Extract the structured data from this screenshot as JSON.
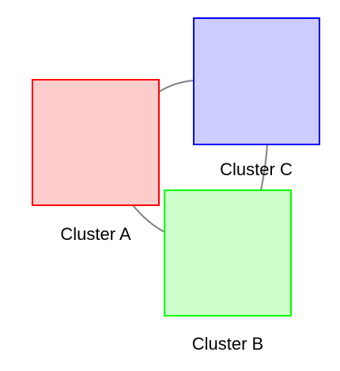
{
  "diagram": {
    "clusters": [
      {
        "id": "a",
        "label": "Cluster A",
        "fill": "#ffcccc",
        "stroke": "#ff0000"
      },
      {
        "id": "b",
        "label": "Cluster B",
        "fill": "#ccffcc",
        "stroke": "#00ff00"
      },
      {
        "id": "c",
        "label": "Cluster C",
        "fill": "#ccccff",
        "stroke": "#0000ff"
      }
    ],
    "edges": [
      {
        "from": "Cluster A",
        "to": "Cluster C",
        "color": "#808080"
      },
      {
        "from": "Cluster A",
        "to": "Cluster B",
        "color": "#808080"
      },
      {
        "from": "Cluster C",
        "to": "Cluster B",
        "color": "#808080"
      }
    ]
  }
}
